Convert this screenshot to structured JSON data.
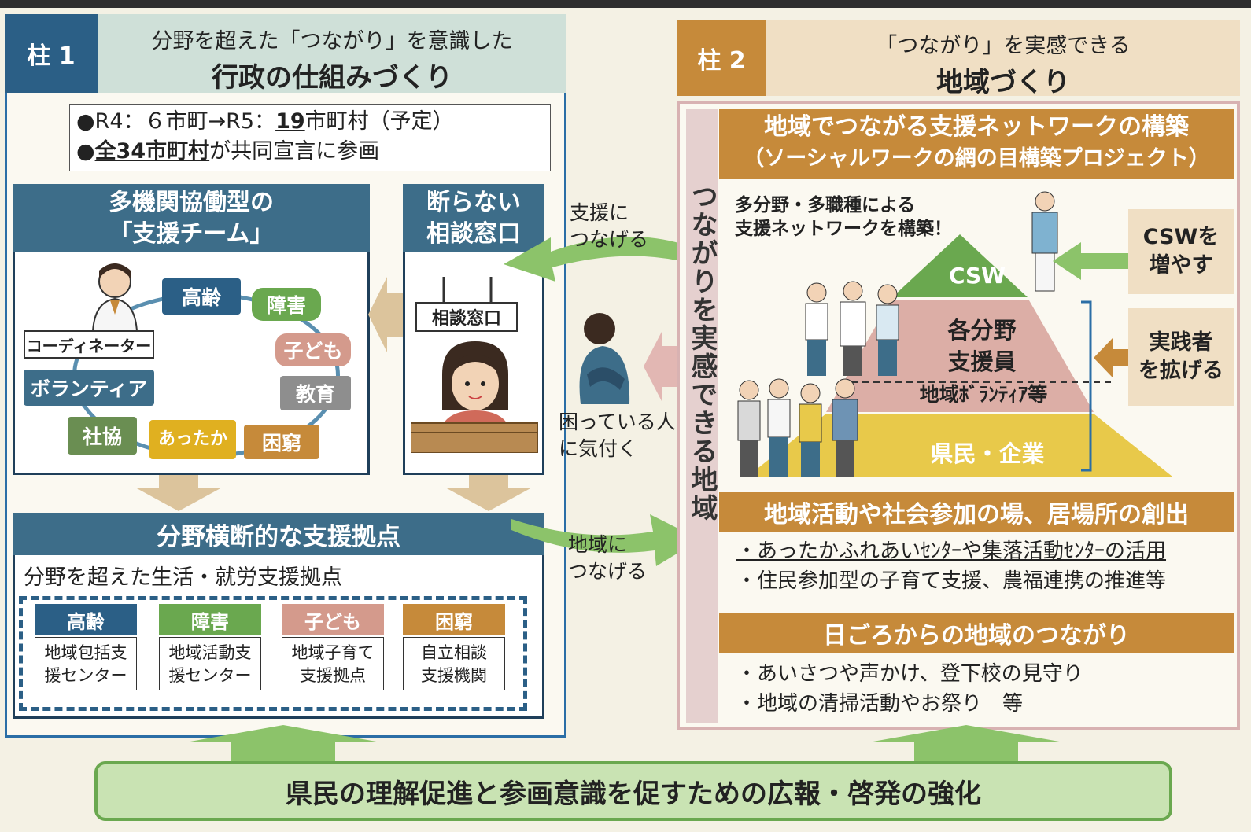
{
  "pillar1": {
    "tag": "柱 1",
    "subtitle": "分野を超えた「つながり」を意識した",
    "title": "行政の仕組みづくり",
    "stats": {
      "line1_a": "●R4：６市町→R5：",
      "line1_num": "19",
      "line1_b": "市町村（予定）",
      "line2_bold": "全34市町村",
      "line2_rest": "が共同宣言に参画",
      "line2_bullet": "●"
    },
    "team": {
      "title_line1": "多機関協働型の",
      "title_line2": "「支援チーム」",
      "coordinator": "コーディネーター",
      "roles": [
        "高齢",
        "障害",
        "子ども",
        "教育",
        "困窮",
        "あったか",
        "社協",
        "ボランティア"
      ]
    },
    "window": {
      "title_line1": "断らない",
      "title_line2": "相談窓口",
      "sign": "相談窓口"
    },
    "hub": {
      "title": "分野横断的な支援拠点",
      "subtitle": "分野を超えた生活・就労支援拠点",
      "items": [
        {
          "cat": "高齢",
          "org_line1": "地域包括支",
          "org_line2": "援センター"
        },
        {
          "cat": "障害",
          "org_line1": "地域活動支",
          "org_line2": "援センター"
        },
        {
          "cat": "子ども",
          "org_line1": "地域子育て",
          "org_line2": "支援拠点"
        },
        {
          "cat": "困窮",
          "org_line1": "自立相談",
          "org_line2": "支援機関"
        }
      ]
    }
  },
  "middle": {
    "connect_support_1": "支援に",
    "connect_support_2": "つなげる",
    "notice_1": "困っている人",
    "notice_2": "に気付く",
    "connect_region_1": "地域に",
    "connect_region_2": "つなげる"
  },
  "pillar2": {
    "tag": "柱 2",
    "subtitle": "「つながり」を実感できる",
    "title": "地域づくり",
    "vertical": "つながりを実感できる地域",
    "network_title_1": "地域でつながる支援ネットワークの構築",
    "network_title_2": "（ソーシャルワークの網の目構築プロジェクト）",
    "network_note_1": "多分野・多職種による",
    "network_note_2": "支援ネットワークを構築！",
    "pyramid": {
      "top": "CSW",
      "middle_1": "各分野",
      "middle_2": "支援員",
      "middle_3": "地域ﾎﾞﾗﾝﾃｨｱ等",
      "bottom": "県民・企業"
    },
    "side_increase_1": "CSWを",
    "side_increase_2": "増やす",
    "side_expand_1": "実践者",
    "side_expand_2": "を拡げる",
    "activity": {
      "title": "地域活動や社会参加の場、居場所の創出",
      "bullets": [
        "・あったかふれあいｾﾝﾀｰや集落活動ｾﾝﾀｰの活用",
        "・住民参加型の子育て支援、農福連携の推進等"
      ]
    },
    "daily": {
      "title": "日ごろからの地域のつながり",
      "bullets": [
        "・あいさつや声かけ、登下校の見守り",
        "・地域の清掃活動やお祭り　等"
      ]
    }
  },
  "bottom": {
    "label": "県民の理解促進と参画意識を促すための広報・啓発の強化"
  },
  "colors": {
    "blue_dark": "#2b5f86",
    "orange": "#c68a3a",
    "green": "#6aa84f",
    "elderly": "#2b5f86",
    "disability": "#6aa84f",
    "children": "#d49a8c",
    "education": "#8e8e8e",
    "poverty": "#c68a3a",
    "attaka": "#e0b020",
    "shakyo": "#6a8e52",
    "volunteer": "#3d6d89"
  }
}
